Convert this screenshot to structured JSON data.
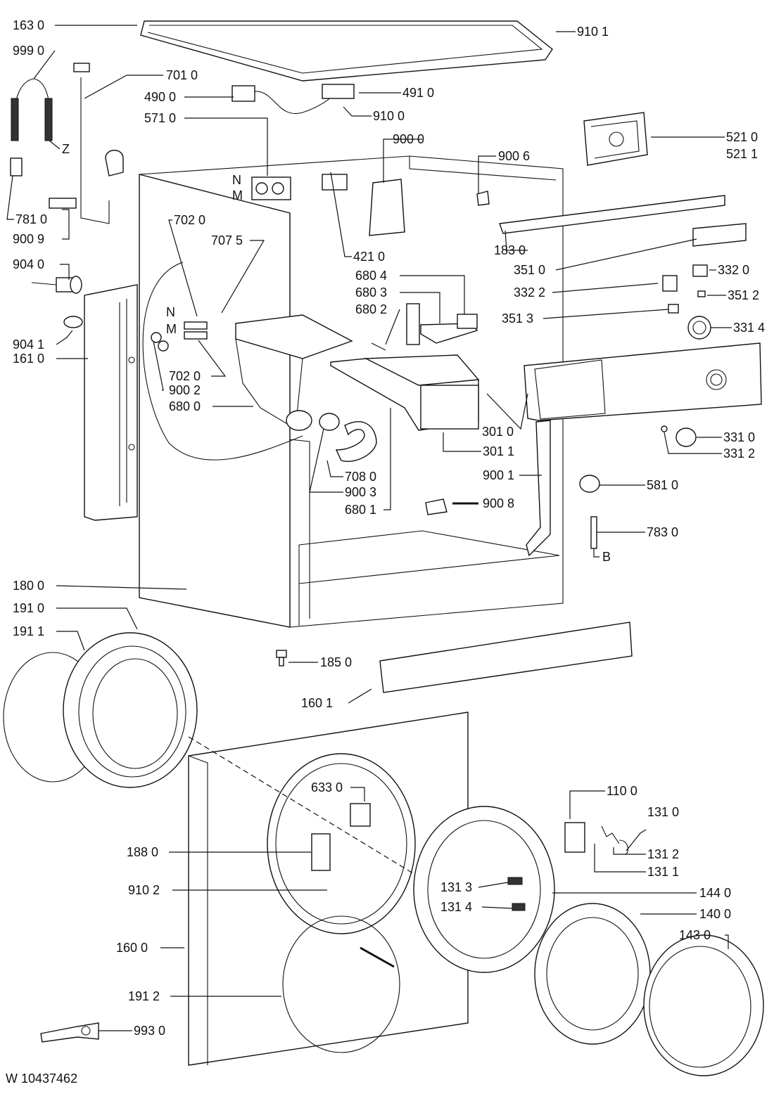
{
  "diagram": {
    "drawing_number": "W 10437462",
    "labels": [
      {
        "id": "l-1630",
        "text": "163 0"
      },
      {
        "id": "l-9990",
        "text": "999 0"
      },
      {
        "id": "l-7010",
        "text": "701 0"
      },
      {
        "id": "l-4900",
        "text": "490 0"
      },
      {
        "id": "l-5710",
        "text": "571 0"
      },
      {
        "id": "l-4910",
        "text": "491 0"
      },
      {
        "id": "l-9100",
        "text": "910 0"
      },
      {
        "id": "l-9101",
        "text": "910 1"
      },
      {
        "id": "l-5210",
        "text": "521 0"
      },
      {
        "id": "l-5211",
        "text": "521 1"
      },
      {
        "id": "l-9000",
        "text": "900 0"
      },
      {
        "id": "l-9006",
        "text": "900 6"
      },
      {
        "id": "l-Z",
        "text": "Z"
      },
      {
        "id": "l-7810",
        "text": "781 0"
      },
      {
        "id": "l-9009",
        "text": "900 9"
      },
      {
        "id": "l-N1",
        "text": "N"
      },
      {
        "id": "l-M1",
        "text": "M"
      },
      {
        "id": "l-7020a",
        "text": "702 0"
      },
      {
        "id": "l-7075",
        "text": "707 5"
      },
      {
        "id": "l-4210",
        "text": "421 0"
      },
      {
        "id": "l-1830",
        "text": "183 0"
      },
      {
        "id": "l-3510",
        "text": "351 0"
      },
      {
        "id": "l-3320",
        "text": "332 0"
      },
      {
        "id": "l-3322",
        "text": "332 2"
      },
      {
        "id": "l-3512",
        "text": "351 2"
      },
      {
        "id": "l-3513",
        "text": "351 3"
      },
      {
        "id": "l-3314",
        "text": "331 4"
      },
      {
        "id": "l-9040",
        "text": "904 0"
      },
      {
        "id": "l-6804",
        "text": "680 4"
      },
      {
        "id": "l-6803",
        "text": "680 3"
      },
      {
        "id": "l-6802",
        "text": "680 2"
      },
      {
        "id": "l-9041",
        "text": "904 1"
      },
      {
        "id": "l-1610",
        "text": "161 0"
      },
      {
        "id": "l-N2",
        "text": "N"
      },
      {
        "id": "l-M2",
        "text": "M"
      },
      {
        "id": "l-7020b",
        "text": "702 0"
      },
      {
        "id": "l-9002",
        "text": "900 2"
      },
      {
        "id": "l-6800",
        "text": "680 0"
      },
      {
        "id": "l-3010",
        "text": "301 0"
      },
      {
        "id": "l-3011",
        "text": "301 1"
      },
      {
        "id": "l-3310",
        "text": "331 0"
      },
      {
        "id": "l-3312",
        "text": "331 2"
      },
      {
        "id": "l-7080",
        "text": "708 0"
      },
      {
        "id": "l-9003",
        "text": "900 3"
      },
      {
        "id": "l-6801",
        "text": "680 1"
      },
      {
        "id": "l-9001",
        "text": "900 1"
      },
      {
        "id": "l-9008",
        "text": "900 8"
      },
      {
        "id": "l-5810",
        "text": "581 0"
      },
      {
        "id": "l-7830",
        "text": "783 0"
      },
      {
        "id": "l-B",
        "text": "B"
      },
      {
        "id": "l-1800",
        "text": "180 0"
      },
      {
        "id": "l-1910",
        "text": "191 0"
      },
      {
        "id": "l-1911",
        "text": "191 1"
      },
      {
        "id": "l-1850",
        "text": "185 0"
      },
      {
        "id": "l-1601",
        "text": "160 1"
      },
      {
        "id": "l-6330",
        "text": "633 0"
      },
      {
        "id": "l-1100",
        "text": "110 0"
      },
      {
        "id": "l-1310",
        "text": "131 0"
      },
      {
        "id": "l-1880",
        "text": "188 0"
      },
      {
        "id": "l-1312",
        "text": "131 2"
      },
      {
        "id": "l-1311",
        "text": "131 1"
      },
      {
        "id": "l-9102",
        "text": "910 2"
      },
      {
        "id": "l-1313",
        "text": "131 3"
      },
      {
        "id": "l-1440",
        "text": "144 0"
      },
      {
        "id": "l-1314",
        "text": "131 4"
      },
      {
        "id": "l-1400",
        "text": "140 0"
      },
      {
        "id": "l-1430",
        "text": "143 0"
      },
      {
        "id": "l-1600",
        "text": "160 0"
      },
      {
        "id": "l-1912",
        "text": "191 2"
      },
      {
        "id": "l-9930",
        "text": "993 0"
      }
    ]
  }
}
